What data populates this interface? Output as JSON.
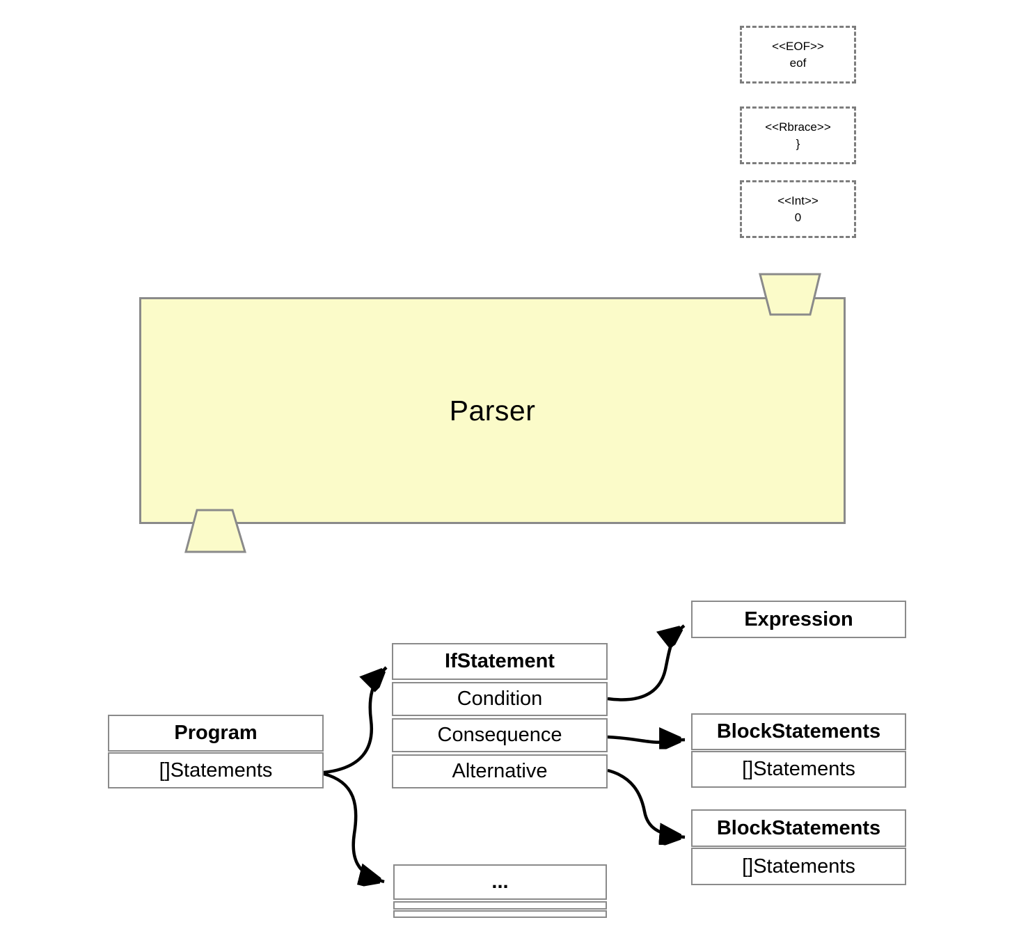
{
  "colors": {
    "parser_fill": "#FBFBC9",
    "shape_border": "#8A8A8A",
    "node_border": "#8A8A8A",
    "arrow": "#000000",
    "text": "#000000"
  },
  "tokens": [
    {
      "type": "<<EOF>>",
      "literal": "eof"
    },
    {
      "type": "<<Rbrace>>",
      "literal": "}"
    },
    {
      "type": "<<Int>>",
      "literal": "0"
    }
  ],
  "parser": {
    "label": "Parser"
  },
  "ast": {
    "program": {
      "title": "Program",
      "field": "[]Statements"
    },
    "if_statement": {
      "title": "IfStatement",
      "fields": [
        "Condition",
        "Consequence",
        "Alternative"
      ]
    },
    "expression": {
      "title": "Expression"
    },
    "block_statements_top": {
      "title": "BlockStatements",
      "field": "[]Statements"
    },
    "block_statements_bottom": {
      "title": "BlockStatements",
      "field": "[]Statements"
    },
    "more_node": {
      "title": "..."
    }
  }
}
